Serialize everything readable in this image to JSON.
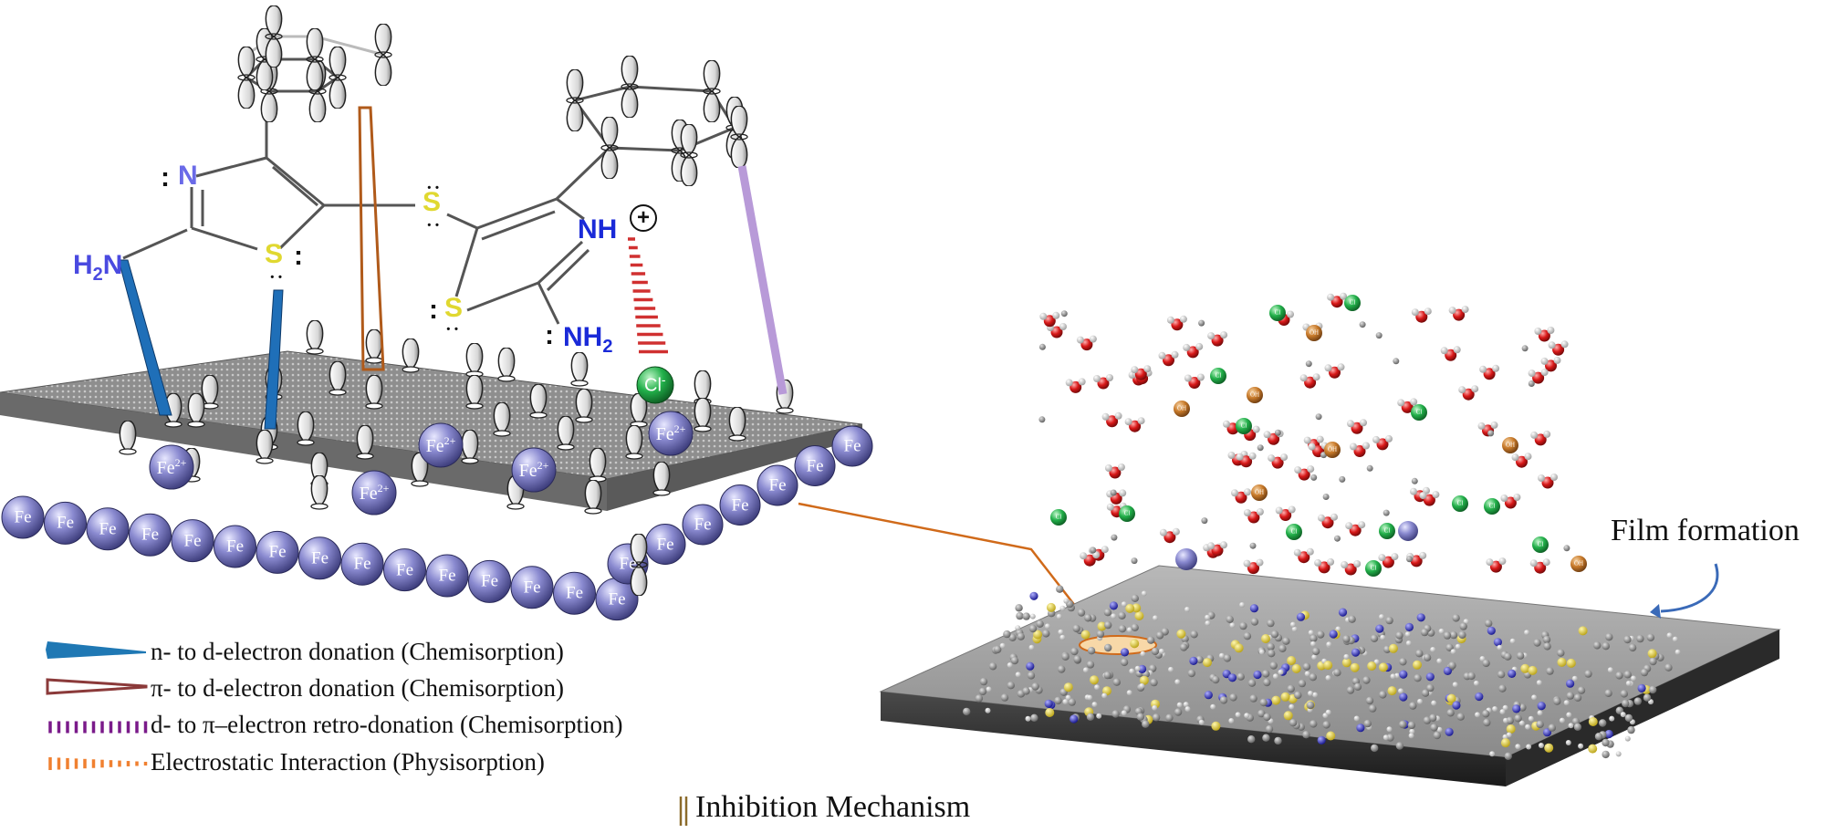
{
  "molecule": {
    "atoms": {
      "n": "N",
      "h2n": "H",
      "h2n_sub": "2",
      "h2n_n": "N",
      "s1": "S",
      "s_bridge": "S",
      "nh": "NH",
      "s2": "S",
      "nh2": "NH",
      "nh2_sub": "2",
      "plus": "+",
      "cl": "Cl",
      "cl_sup": "-"
    }
  },
  "surface": {
    "fe_label": "Fe",
    "fe2_label": "Fe",
    "fe2_charge": "2+"
  },
  "legend": [
    {
      "id": "n-d",
      "text": "n- to d-electron donation (Chemisorption)",
      "color": "#1f78b4"
    },
    {
      "id": "pi-d",
      "text": "π- to d-electron donation (Chemisorption)",
      "color": "#8b3a3a"
    },
    {
      "id": "d-pi",
      "text": "d- to π–electron retro-donation (Chemisorption)",
      "color": "#7a1a8a"
    },
    {
      "id": "elec",
      "text": "Electrostatic Interaction (Physisorption)",
      "color": "#f08030"
    }
  ],
  "right_panel": {
    "film_label": "Film formation",
    "ion_cl": "Cl",
    "ion_oh": "OH"
  },
  "caption": {
    "text": "Inhibition Mechanism"
  },
  "colors": {
    "fe": "#7a7ac8",
    "chloride": "#1faa4a",
    "hydroxide": "#c8772a",
    "sulfur": "#e8e040",
    "nitrogen": "#5a5ae0",
    "n_blue": "#1a2ad8",
    "oxygen": "#d01818",
    "hydrogen": "#e8e8e8",
    "carbon": "#8a8a8a",
    "plate": "#9a9a9a",
    "orbital_pi": "#b05a1a",
    "electrostatic": "#d03030",
    "retro": "#b89ad8"
  }
}
